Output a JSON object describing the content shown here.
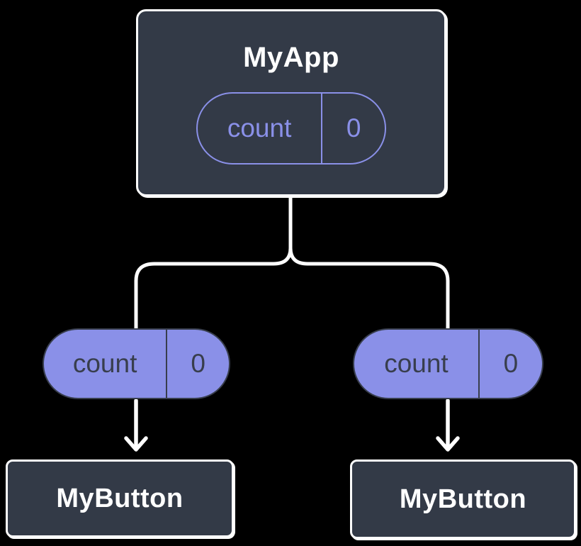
{
  "diagram": {
    "description": "Component tree showing shared state lifted to parent",
    "root": {
      "label": "MyApp",
      "pill": {
        "name": "count",
        "value": "0"
      }
    },
    "children": [
      {
        "label": "MyButton",
        "pill": {
          "name": "count",
          "value": "0"
        }
      },
      {
        "label": "MyButton",
        "pill": {
          "name": "count",
          "value": "0"
        }
      }
    ],
    "colors": {
      "background": "#000000",
      "node_fill": "#333A47",
      "node_border": "#FFFFFF",
      "accent_purple": "#8A90E8",
      "pill_dark_text": "#383E4D",
      "connector": "#FFFFFF",
      "title_text": "#FFFFFF"
    }
  }
}
